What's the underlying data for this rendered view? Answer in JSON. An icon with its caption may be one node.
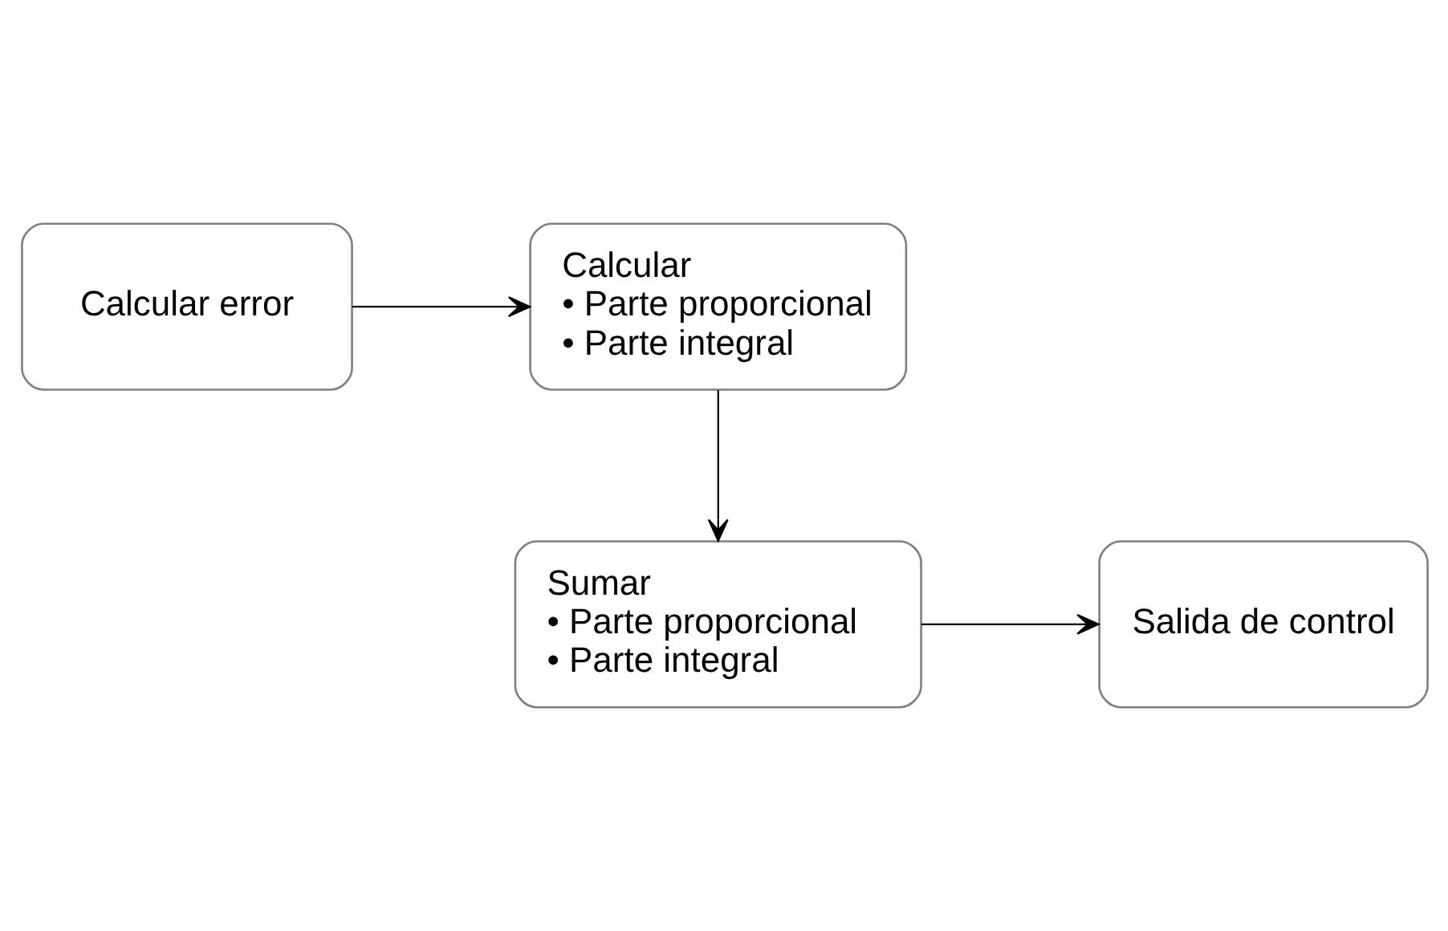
{
  "diagram": {
    "nodes": [
      {
        "text": [
          "Calcular error"
        ]
      },
      {
        "text": [
          "Calcular",
          "• Parte proporcional",
          "• Parte integral"
        ]
      },
      {
        "text": [
          "Sumar",
          "• Parte proporcional",
          "• Parte integral"
        ]
      },
      {
        "text": [
          "Salida de control"
        ]
      }
    ],
    "edges": [
      {
        "from": 0,
        "to": 1,
        "arrow": "to"
      },
      {
        "from": 1,
        "to": 2,
        "arrow": "to"
      },
      {
        "from": 2,
        "to": 3,
        "arrow": "to"
      }
    ]
  }
}
